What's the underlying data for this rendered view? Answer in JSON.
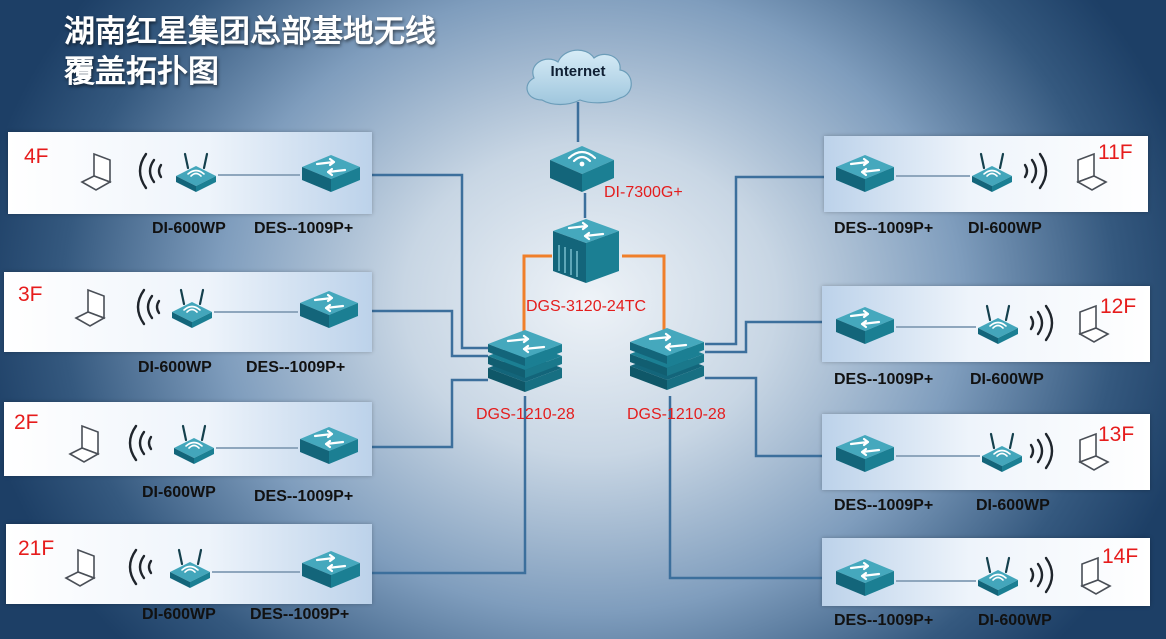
{
  "title_line1": "湖南红星集团总部基地无线",
  "title_line2": "覆盖拓扑图",
  "internet_label": "Internet",
  "router_label": "DI-7300G+",
  "core_label": "DGS-3120-24TC",
  "agg_left_label": "DGS-1210-28",
  "agg_right_label": "DGS-1210-28",
  "colors": {
    "label_red": "#e41d1d",
    "device_teal": "#1b7f93",
    "link_blue": "#3c6f9c",
    "link_orange": "#f07f2a"
  },
  "icons": [
    "cloud-icon",
    "router-icon",
    "core-switch-icon",
    "stacked-switch-icon",
    "switch-icon",
    "access-point-icon",
    "wireless-waves-icon",
    "laptop-icon"
  ],
  "floors": [
    {
      "id": "4F",
      "floor": "4F",
      "ap": "DI-600WP",
      "sw": "DES--1009P+"
    },
    {
      "id": "3F",
      "floor": "3F",
      "ap": "DI-600WP",
      "sw": "DES--1009P+"
    },
    {
      "id": "2F",
      "floor": "2F",
      "ap": "DI-600WP",
      "sw": "DES--1009P+"
    },
    {
      "id": "21F",
      "floor": "21F",
      "ap": "DI-600WP",
      "sw": "DES--1009P+"
    },
    {
      "id": "11F",
      "floor": "11F",
      "ap": "DI-600WP",
      "sw": "DES--1009P+"
    },
    {
      "id": "12F",
      "floor": "12F",
      "ap": "DI-600WP",
      "sw": "DES--1009P+"
    },
    {
      "id": "13F",
      "floor": "13F",
      "ap": "DI-600WP",
      "sw": "DES--1009P+"
    },
    {
      "id": "14F",
      "floor": "14F",
      "ap": "DI-600WP",
      "sw": "DES--1009P+"
    }
  ]
}
